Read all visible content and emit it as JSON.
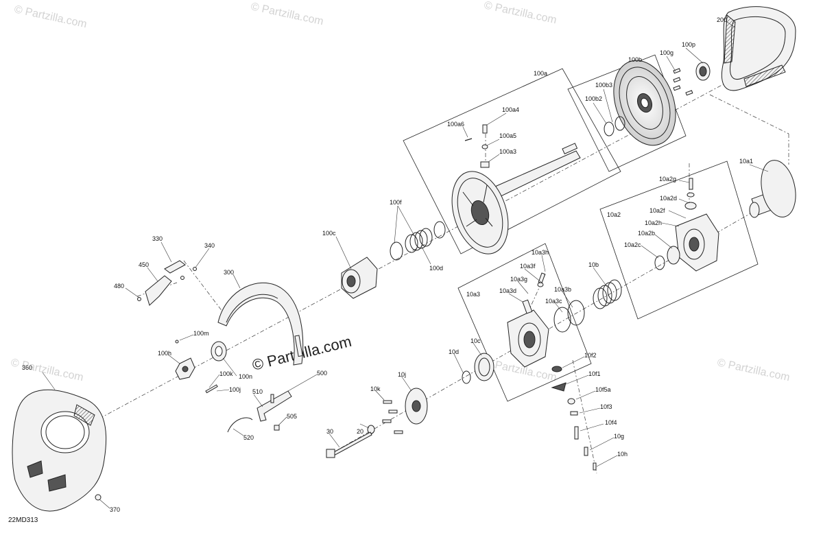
{
  "watermark": "© Partzilla.com",
  "diagram_code": "22MD313",
  "callouts": [
    {
      "id": "100a"
    },
    {
      "id": "100b"
    },
    {
      "id": "100b2"
    },
    {
      "id": "100b3"
    },
    {
      "id": "100g"
    },
    {
      "id": "100p"
    },
    {
      "id": "200"
    },
    {
      "id": "100a4"
    },
    {
      "id": "100a6"
    },
    {
      "id": "100a5"
    },
    {
      "id": "100a3"
    },
    {
      "id": "10a1"
    },
    {
      "id": "10a2g"
    },
    {
      "id": "10a2d"
    },
    {
      "id": "10a2f"
    },
    {
      "id": "10a2h"
    },
    {
      "id": "10a2"
    },
    {
      "id": "10a2b"
    },
    {
      "id": "10a2c"
    },
    {
      "id": "100f"
    },
    {
      "id": "100c"
    },
    {
      "id": "100d"
    },
    {
      "id": "330"
    },
    {
      "id": "340"
    },
    {
      "id": "450"
    },
    {
      "id": "480"
    },
    {
      "id": "300"
    },
    {
      "id": "10a3h"
    },
    {
      "id": "10a3f"
    },
    {
      "id": "10a3g"
    },
    {
      "id": "10a3d"
    },
    {
      "id": "10a3b"
    },
    {
      "id": "10a3c"
    },
    {
      "id": "10a3"
    },
    {
      "id": "10b"
    },
    {
      "id": "100m"
    },
    {
      "id": "100h"
    },
    {
      "id": "100k"
    },
    {
      "id": "100n"
    },
    {
      "id": "100j"
    },
    {
      "id": "360"
    },
    {
      "id": "500"
    },
    {
      "id": "510"
    },
    {
      "id": "505"
    },
    {
      "id": "520"
    },
    {
      "id": "10k"
    },
    {
      "id": "20"
    },
    {
      "id": "30"
    },
    {
      "id": "10j"
    },
    {
      "id": "10d"
    },
    {
      "id": "10c"
    },
    {
      "id": "10f2"
    },
    {
      "id": "10f1"
    },
    {
      "id": "10f5a"
    },
    {
      "id": "10f3"
    },
    {
      "id": "10f4"
    },
    {
      "id": "10g"
    },
    {
      "id": "10h"
    },
    {
      "id": "370"
    }
  ]
}
